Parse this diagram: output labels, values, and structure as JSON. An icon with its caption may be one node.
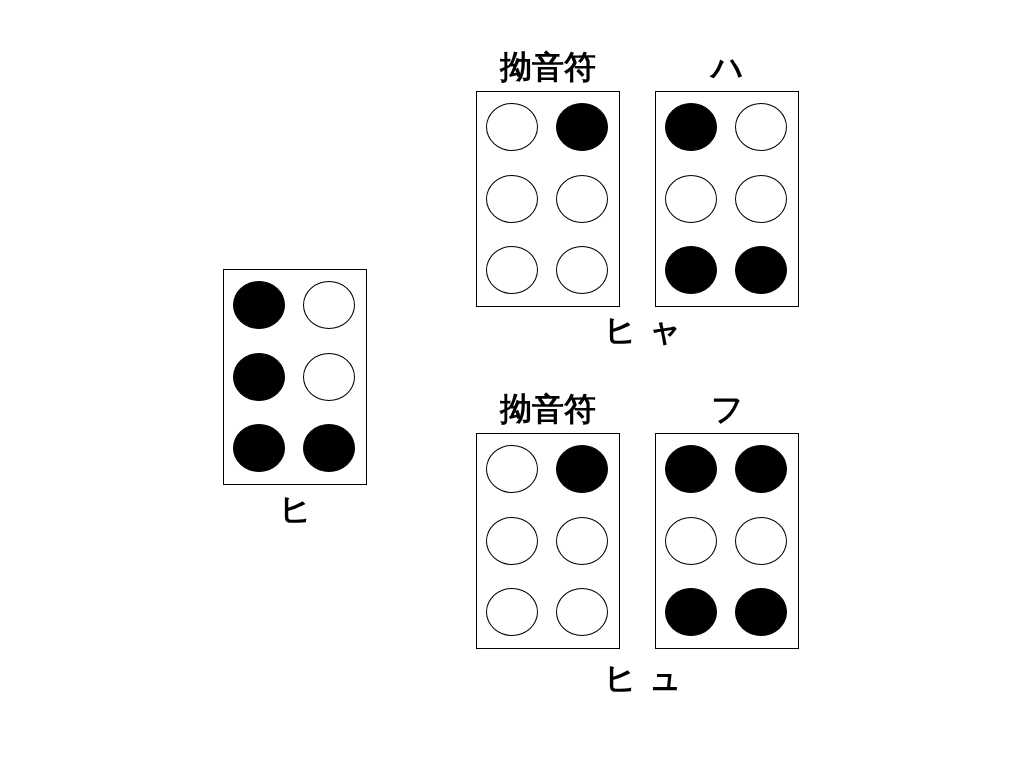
{
  "diagram": {
    "nodes": [
      {
        "text": [
          "拗音符"
        ]
      },
      {
        "text": [],
        "shape": "circle",
        "in": 0
      },
      {
        "text": [],
        "shape": "dot",
        "in": 0
      },
      {
        "text": [],
        "shape": "circle",
        "in": 0
      },
      {
        "text": [],
        "shape": "circle",
        "in": 0
      },
      {
        "text": [],
        "shape": "circle",
        "in": 0
      },
      {
        "text": [],
        "shape": "circle",
        "in": 0
      },
      {
        "text": [
          "ハ"
        ]
      },
      {
        "text": [],
        "shape": "dot",
        "in": 7
      },
      {
        "text": [],
        "shape": "circle",
        "in": 7
      },
      {
        "text": [],
        "shape": "circle",
        "in": 7
      },
      {
        "text": [],
        "shape": "circle",
        "in": 7
      },
      {
        "text": [],
        "shape": "dot",
        "in": 7
      },
      {
        "text": [],
        "shape": "dot",
        "in": 7
      },
      {
        "text": [
          "ヒ"
        ]
      },
      {
        "text": [],
        "shape": "dot",
        "in": 14
      },
      {
        "text": [],
        "shape": "circle",
        "in": 14
      },
      {
        "text": [],
        "shape": "dot",
        "in": 14
      },
      {
        "text": [],
        "shape": "circle",
        "in": 14
      },
      {
        "text": [],
        "shape": "dot",
        "in": 14
      },
      {
        "text": [],
        "shape": "dot",
        "in": 14
      },
      {
        "text": [
          "拗音符"
        ]
      },
      {
        "text": [],
        "shape": "circle",
        "in": 21
      },
      {
        "text": [],
        "shape": "dot",
        "in": 21
      },
      {
        "text": [],
        "shape": "circle",
        "in": 21
      },
      {
        "text": [],
        "shape": "circle",
        "in": 21
      },
      {
        "text": [],
        "shape": "circle",
        "in": 21
      },
      {
        "text": [],
        "shape": "circle",
        "in": 21
      },
      {
        "text": [
          "フ"
        ]
      },
      {
        "text": [],
        "shape": "dot",
        "in": 28
      },
      {
        "text": [],
        "shape": "dot",
        "in": 28
      },
      {
        "text": [],
        "shape": "circle",
        "in": 28
      },
      {
        "text": [],
        "shape": "circle",
        "in": 28
      },
      {
        "text": [],
        "shape": "dot",
        "in": 28
      },
      {
        "text": [],
        "shape": "dot",
        "in": 28
      }
    ],
    "edges": [],
    "labels": [
      "ヒャ",
      "ヒュ"
    ]
  }
}
